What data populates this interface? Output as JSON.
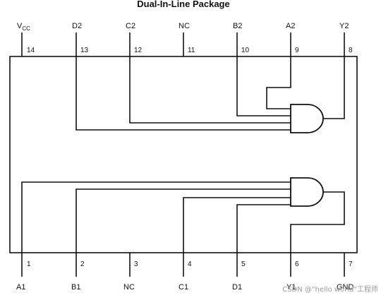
{
  "title": "Dual-In-Line Package",
  "top_pins": [
    {
      "number": "14",
      "label": "V",
      "sub": "CC"
    },
    {
      "number": "13",
      "label": "D2"
    },
    {
      "number": "12",
      "label": "C2"
    },
    {
      "number": "11",
      "label": "NC"
    },
    {
      "number": "10",
      "label": "B2"
    },
    {
      "number": "9",
      "label": "A2"
    },
    {
      "number": "8",
      "label": "Y2"
    }
  ],
  "bottom_pins": [
    {
      "number": "1",
      "label": "A1"
    },
    {
      "number": "2",
      "label": "B1"
    },
    {
      "number": "3",
      "label": "NC"
    },
    {
      "number": "4",
      "label": "C1"
    },
    {
      "number": "5",
      "label": "D1"
    },
    {
      "number": "6",
      "label": "Y1"
    },
    {
      "number": "7",
      "label": "GND"
    }
  ],
  "watermark": "CSDN @\"hello world\"工程师"
}
